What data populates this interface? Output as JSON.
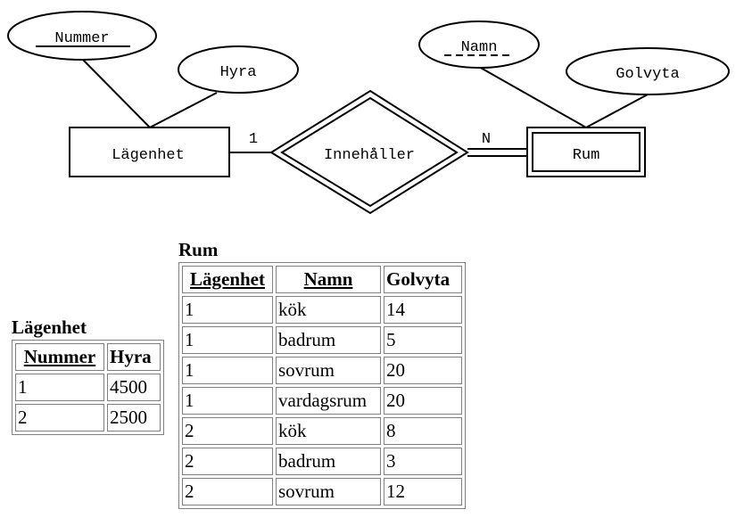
{
  "diagram": {
    "entities": [
      {
        "id": "lagenhet",
        "label": "Lägenhet",
        "weak": false
      },
      {
        "id": "rum",
        "label": "Rum",
        "weak": true
      }
    ],
    "relationships": [
      {
        "id": "innehaller",
        "label": "Innehåller",
        "identifying": true,
        "from": "lagenhet",
        "to": "rum",
        "from_cardinality": "1",
        "to_cardinality": "N"
      }
    ],
    "attributes": [
      {
        "id": "nummer",
        "label": "Nummer",
        "entity": "lagenhet",
        "key": "primary"
      },
      {
        "id": "hyra",
        "label": "Hyra",
        "entity": "lagenhet",
        "key": "none"
      },
      {
        "id": "namn",
        "label": "Namn",
        "entity": "rum",
        "key": "partial"
      },
      {
        "id": "golvyta",
        "label": "Golvyta",
        "entity": "rum",
        "key": "none"
      }
    ]
  },
  "tables": {
    "lagenhet": {
      "caption": "Lägenhet",
      "headers": [
        {
          "label": "Nummer",
          "key": true
        },
        {
          "label": "Hyra",
          "key": false
        }
      ],
      "rows": [
        [
          "1",
          "4500"
        ],
        [
          "2",
          "2500"
        ]
      ]
    },
    "rum": {
      "caption": "Rum",
      "headers": [
        {
          "label": "Lägenhet",
          "key": true
        },
        {
          "label": "Namn",
          "key": true
        },
        {
          "label": "Golvyta",
          "key": false
        }
      ],
      "rows": [
        [
          "1",
          "kök",
          "14"
        ],
        [
          "1",
          "badrum",
          "5"
        ],
        [
          "1",
          "sovrum",
          "20"
        ],
        [
          "1",
          "vardagsrum",
          "20"
        ],
        [
          "2",
          "kök",
          "8"
        ],
        [
          "2",
          "badrum",
          "3"
        ],
        [
          "2",
          "sovrum",
          "12"
        ]
      ]
    }
  }
}
